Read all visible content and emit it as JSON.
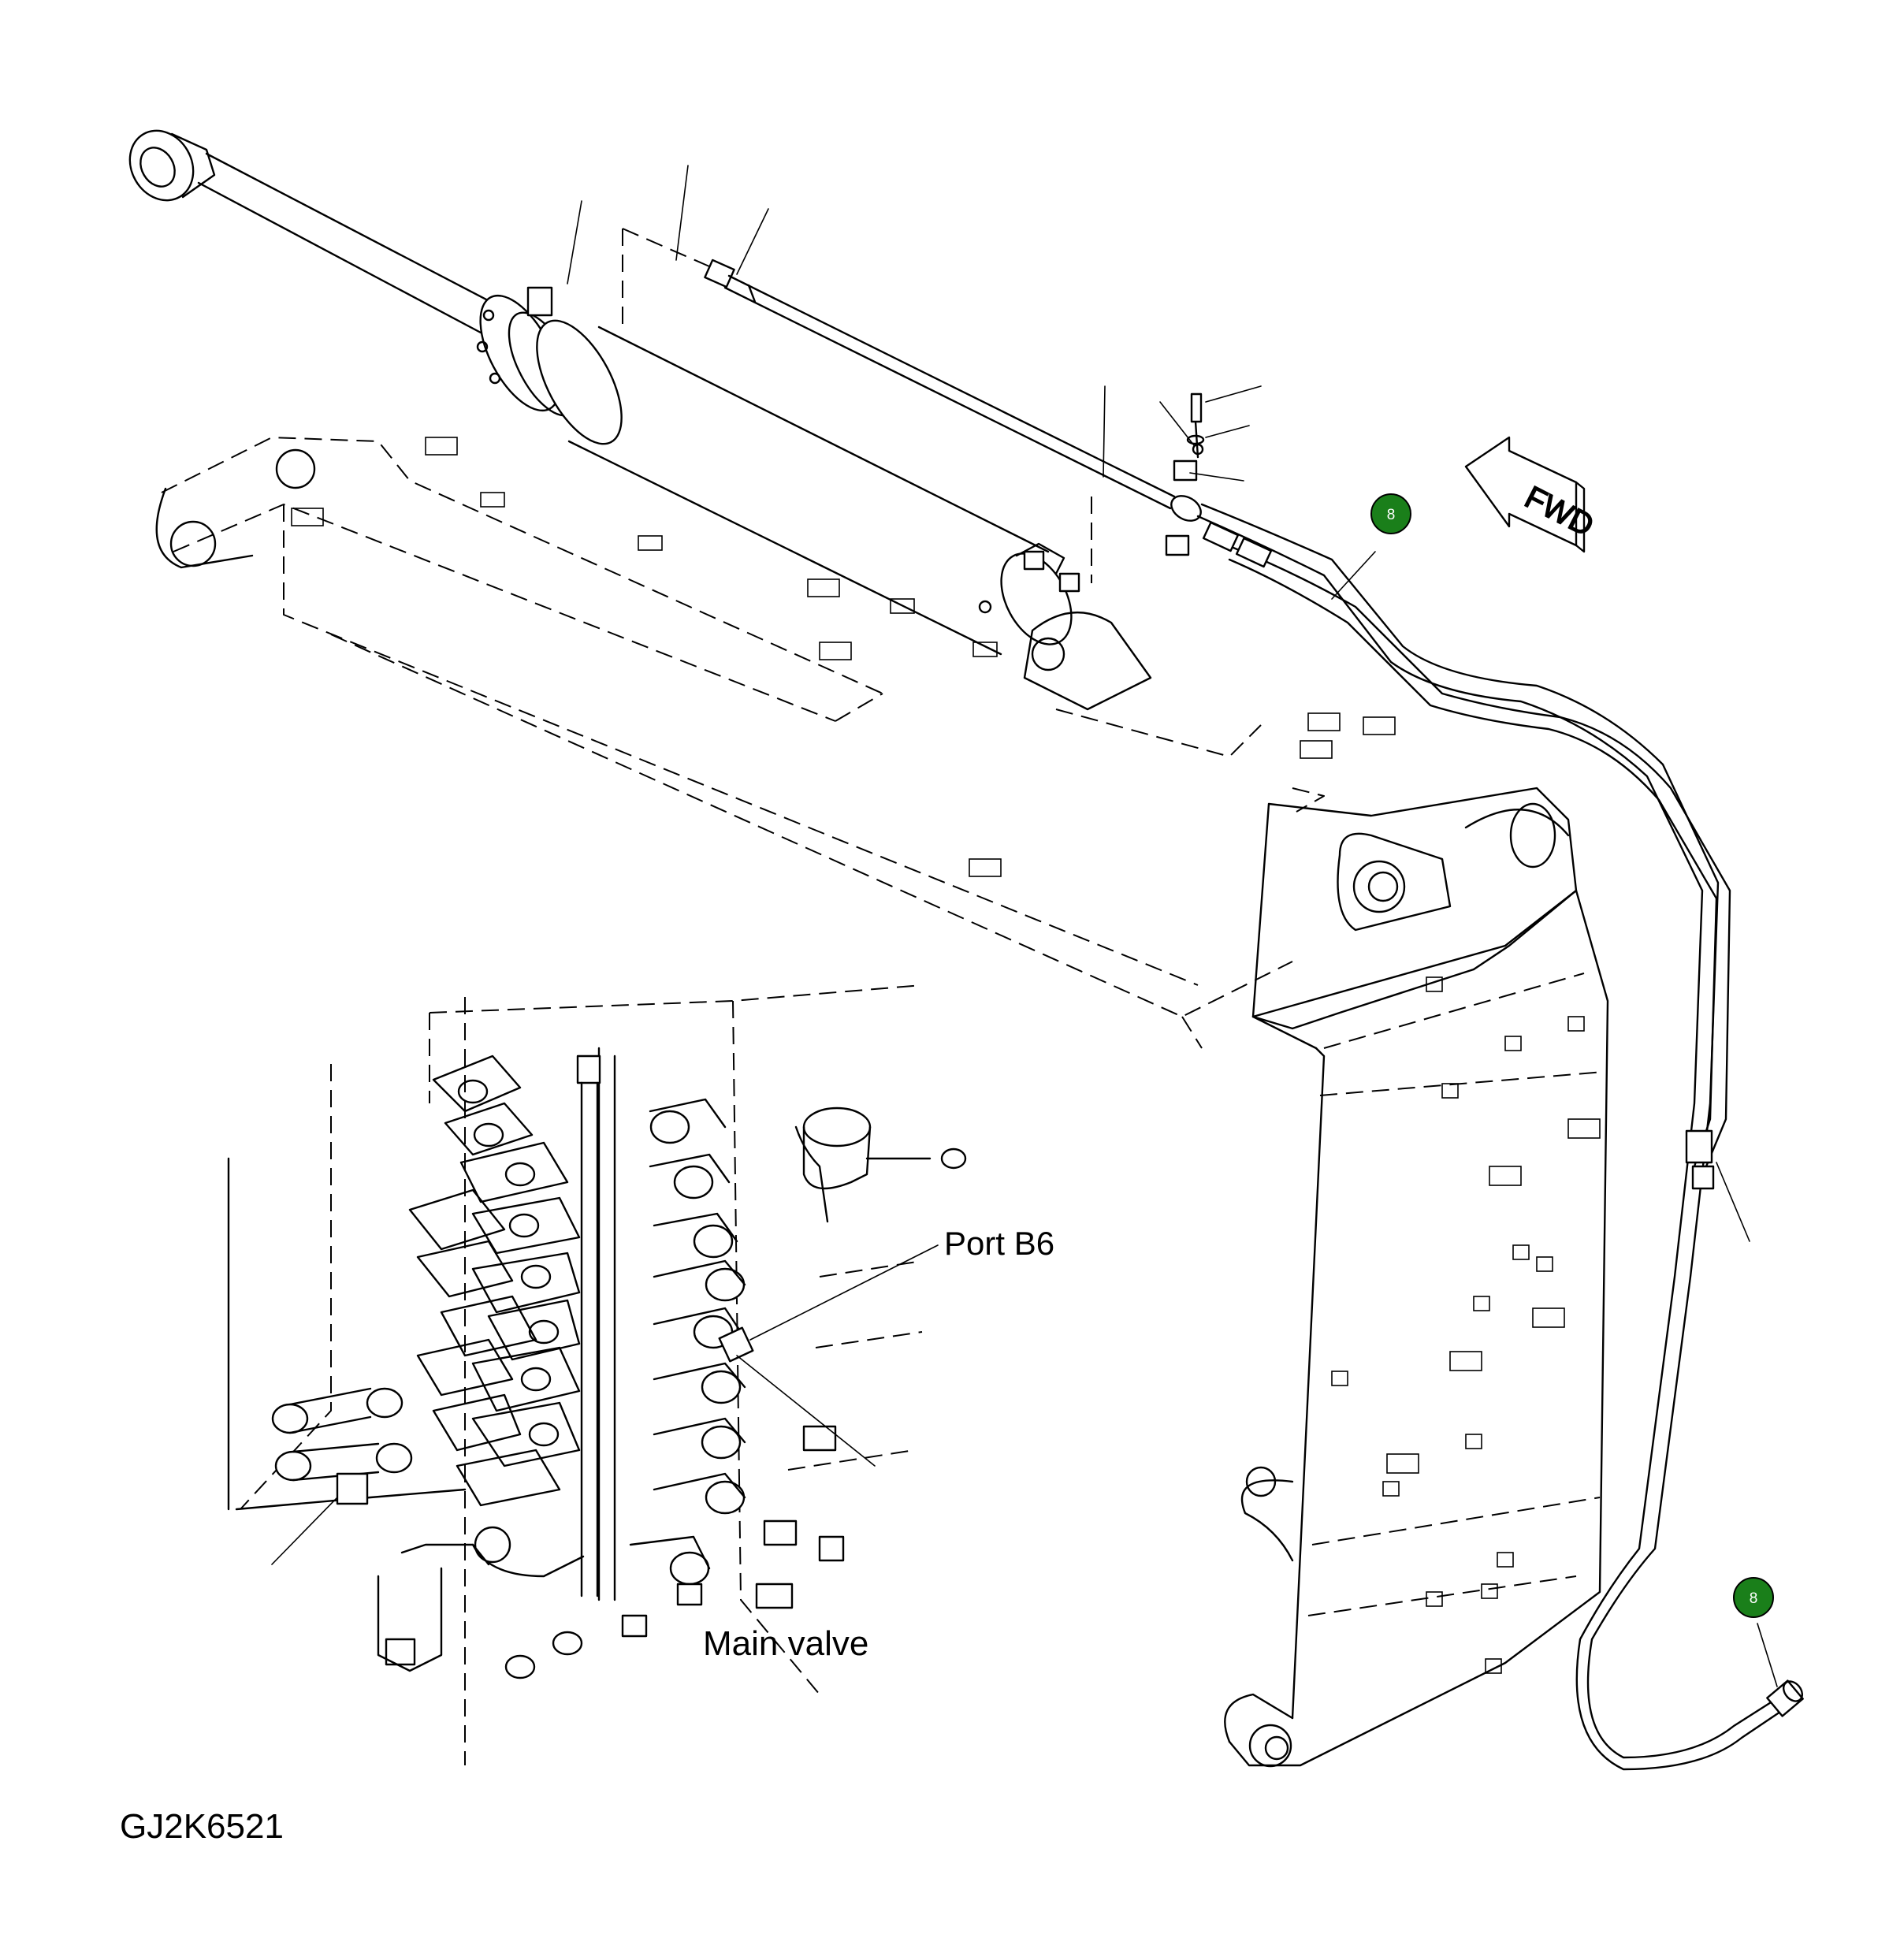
{
  "labels": {
    "port": "Port B6",
    "valve": "Main valve",
    "drawing_id": "GJ2K6521",
    "direction": "FWD"
  },
  "callouts": [
    {
      "number": "8"
    },
    {
      "number": "8"
    }
  ],
  "colors": {
    "line": "#000000",
    "background": "#ffffff",
    "callout_fill": "#1a7f1a"
  }
}
